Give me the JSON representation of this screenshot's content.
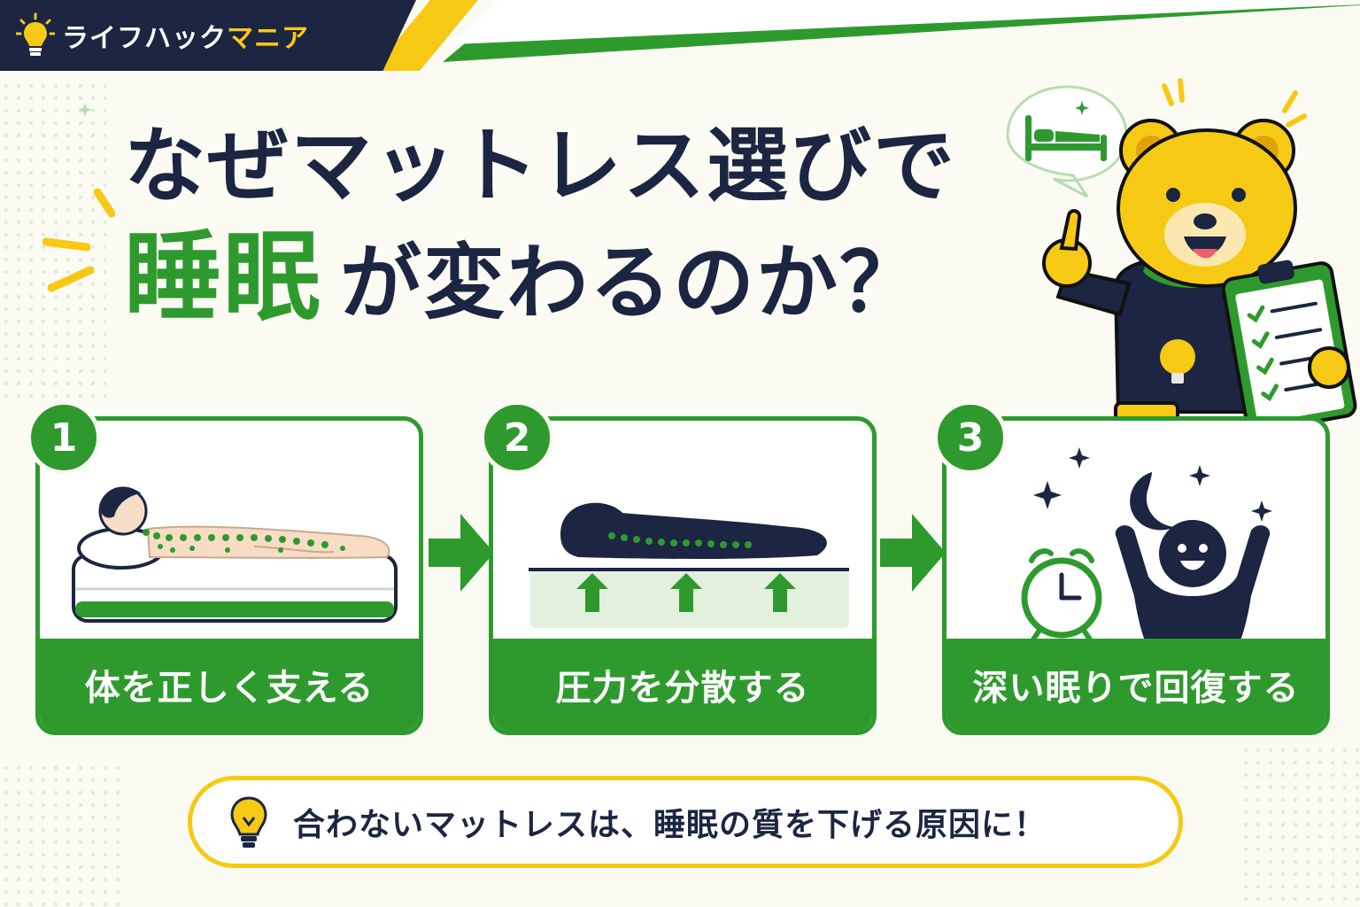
{
  "brand": {
    "part1": "ライフハック",
    "part2": "マニア"
  },
  "headline": {
    "line1": "なぜマットレス選びで",
    "line2_accent": "睡眠",
    "line2_rest": "が変わるのか？"
  },
  "steps": [
    {
      "number": "1",
      "label": "体を正しく支える"
    },
    {
      "number": "2",
      "label": "圧力を分散する"
    },
    {
      "number": "3",
      "label": "深い眠りで回復する"
    }
  ],
  "tip": {
    "text": "合わないマットレスは、睡眠の質を下げる原因に！"
  },
  "colors": {
    "green": "#2e9a2e",
    "navy": "#1c2541",
    "yellow": "#f6c915",
    "background": "#fbfbf4"
  }
}
